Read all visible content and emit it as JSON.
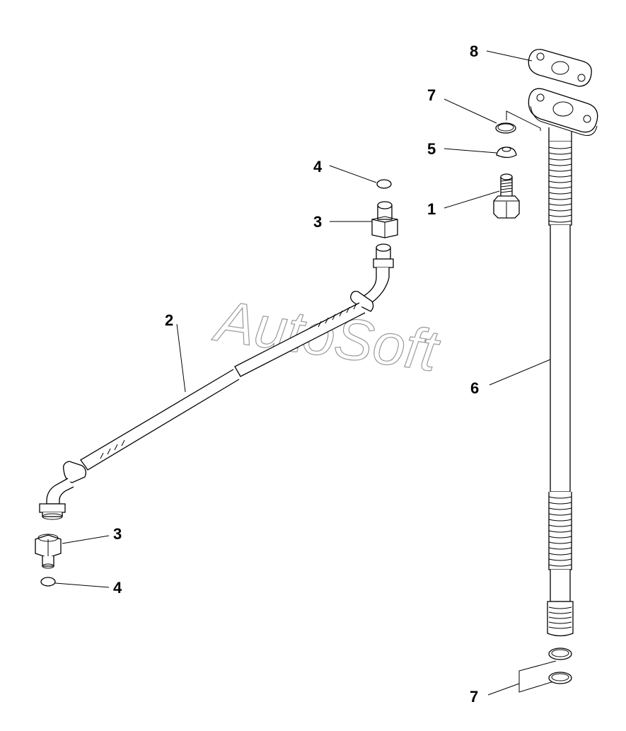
{
  "watermark": "AutoSoft",
  "callouts": {
    "c1": "1",
    "c2": "2",
    "c3a": "3",
    "c3b": "3",
    "c4a": "4",
    "c4b": "4",
    "c5": "5",
    "c6": "6",
    "c7a": "7",
    "c7b": "7",
    "c8": "8"
  }
}
